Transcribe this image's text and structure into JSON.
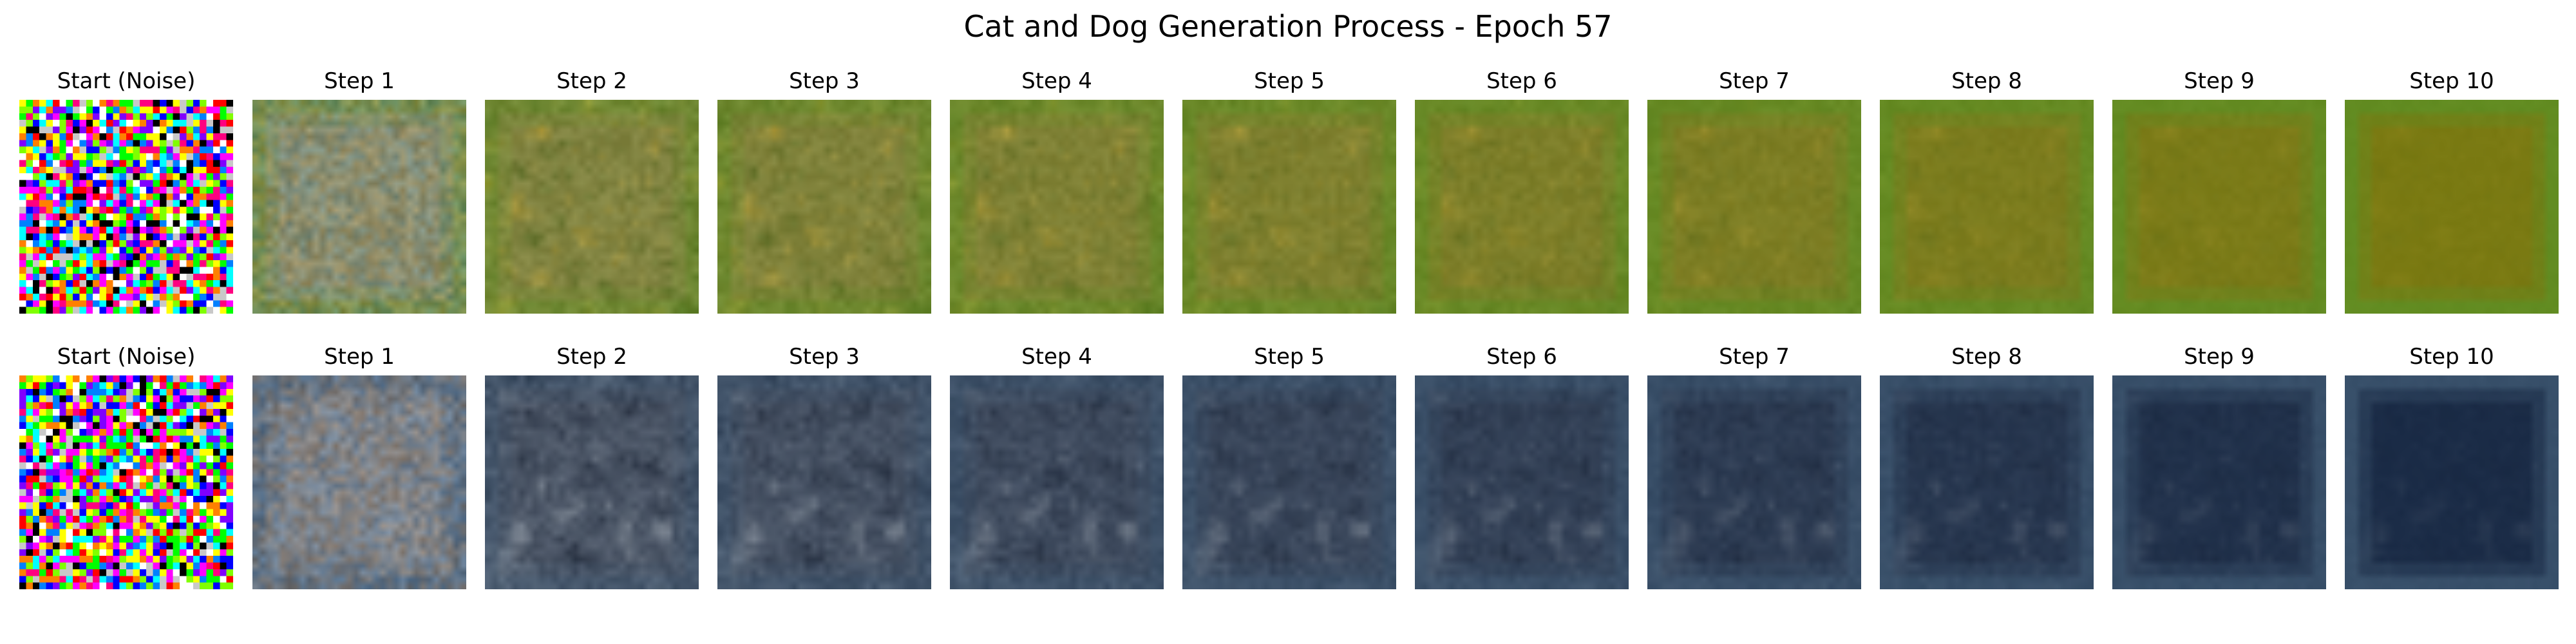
{
  "figure": {
    "title": "Cat and Dog Generation Process - Epoch 57"
  },
  "rows": [
    {
      "panels": [
        {
          "title": "Start (Noise)",
          "kind": "noise"
        },
        {
          "title": "Step 1",
          "kind": "denoise",
          "step": 1
        },
        {
          "title": "Step 2",
          "kind": "denoise",
          "step": 2
        },
        {
          "title": "Step 3",
          "kind": "denoise",
          "step": 3
        },
        {
          "title": "Step 4",
          "kind": "denoise",
          "step": 4
        },
        {
          "title": "Step 5",
          "kind": "denoise",
          "step": 5
        },
        {
          "title": "Step 6",
          "kind": "denoise",
          "step": 6
        },
        {
          "title": "Step 7",
          "kind": "denoise",
          "step": 7
        },
        {
          "title": "Step 8",
          "kind": "denoise",
          "step": 8
        },
        {
          "title": "Step 9",
          "kind": "denoise",
          "step": 9
        },
        {
          "title": "Step 10",
          "kind": "denoise",
          "step": 10
        }
      ],
      "palette": {
        "gray": "#8a8f7c",
        "base": "#7a7a12",
        "frame": "#5e8f24",
        "highlight": "#c9a83a",
        "shadow": "#3f5e17"
      }
    },
    {
      "panels": [
        {
          "title": "Start (Noise)",
          "kind": "noise"
        },
        {
          "title": "Step 1",
          "kind": "denoise",
          "step": 1
        },
        {
          "title": "Step 2",
          "kind": "denoise",
          "step": 2
        },
        {
          "title": "Step 3",
          "kind": "denoise",
          "step": 3
        },
        {
          "title": "Step 4",
          "kind": "denoise",
          "step": 4
        },
        {
          "title": "Step 5",
          "kind": "denoise",
          "step": 5
        },
        {
          "title": "Step 6",
          "kind": "denoise",
          "step": 6
        },
        {
          "title": "Step 7",
          "kind": "denoise",
          "step": 7
        },
        {
          "title": "Step 8",
          "kind": "denoise",
          "step": 8
        },
        {
          "title": "Step 9",
          "kind": "denoise",
          "step": 9
        },
        {
          "title": "Step 10",
          "kind": "denoise",
          "step": 10
        }
      ],
      "palette": {
        "gray": "#8a8c8f",
        "base": "#1b2c47",
        "frame": "#3d5670",
        "highlight": "#9aa3ad",
        "shadow": "#0c1424"
      }
    }
  ]
}
